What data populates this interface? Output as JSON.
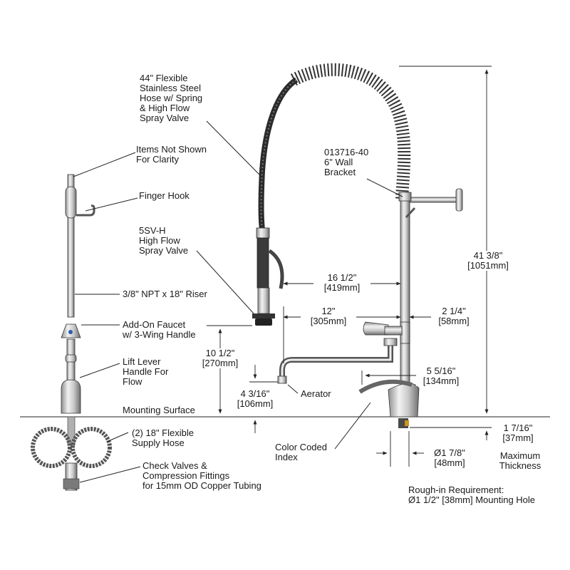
{
  "labels": {
    "hose": [
      "44\" Flexible",
      "Stainless Steel",
      "Hose w/ Spring",
      "& High Flow",
      "Spray Valve"
    ],
    "items_not_shown": [
      "Items Not Shown",
      "For Clarity"
    ],
    "finger_hook": "Finger Hook",
    "spray_valve": [
      "5SV-H",
      "High Flow",
      "Spray Valve"
    ],
    "wall_bracket": [
      "013716-40",
      "6\" Wall",
      "Bracket"
    ],
    "riser": "3/8\" NPT x 18\" Riser",
    "add_on_faucet": [
      "Add-On Faucet",
      "w/ 3-Wing Handle"
    ],
    "lift_lever": [
      "Lift Lever",
      "Handle For",
      "Flow"
    ],
    "aerator": "Aerator",
    "mounting_surface": "Mounting Surface",
    "supply_hose": [
      "(2) 18\" Flexible",
      "Supply Hose"
    ],
    "color_index": [
      "Color Coded",
      "Index"
    ],
    "check_valves": [
      "Check Valves &",
      "Compression Fittings",
      "for 15mm OD Copper Tubing"
    ],
    "max_thickness": [
      "Maximum",
      "Thickness"
    ],
    "rough_in": [
      "Rough-in Requirement:",
      "Ø1 1/2\" [38mm] Mounting Hole"
    ]
  },
  "dimensions": {
    "height_total": [
      "41 3/8\"",
      "[1051mm]"
    ],
    "reach_16": [
      "16 1/2\"",
      "[419mm]"
    ],
    "spout_12": [
      "12\"",
      "[305mm]"
    ],
    "offset_2_14": [
      "2 1/4\"",
      "[58mm]"
    ],
    "height_10_12": [
      "10 1/2\"",
      "[270mm]"
    ],
    "width_5_516": [
      "5 5/16\"",
      "[134mm]"
    ],
    "height_4_316": [
      "4 3/16\"",
      "[106mm]"
    ],
    "thickness_1_716": [
      "1 7/16\"",
      "[37mm]"
    ],
    "diameter_1_78": [
      "Ø1 7/8\"",
      "[48mm]"
    ]
  }
}
